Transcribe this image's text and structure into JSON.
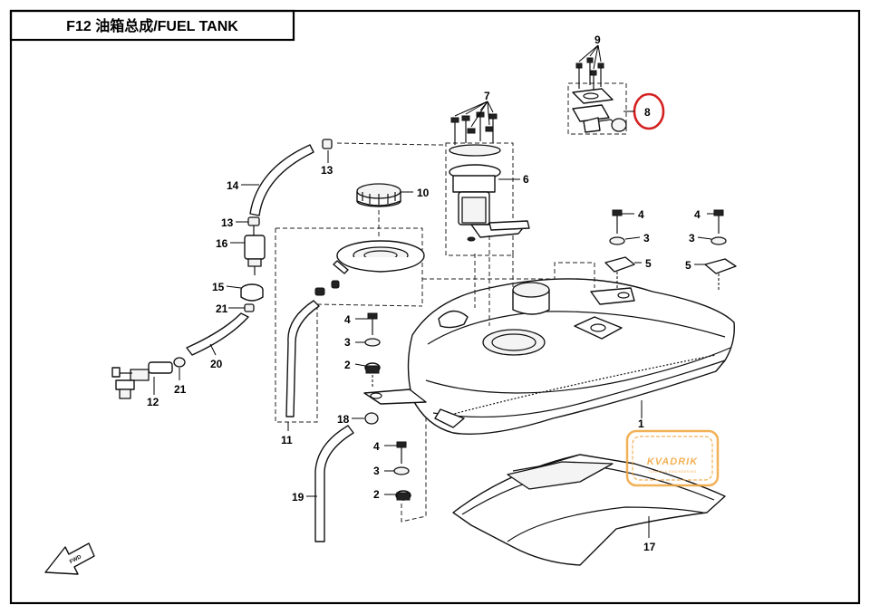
{
  "title": "F12 油箱总成/FUEL TANK",
  "highlight_color": "#d42020",
  "watermark": {
    "text": "KVADRIK",
    "subtext": "TUNING & ENGINEERING",
    "color": "#f0a43a"
  },
  "callouts": {
    "c1": "1",
    "c2a": "2",
    "c2b": "2",
    "c3a": "3",
    "c3b": "3",
    "c3c": "3",
    "c3d": "3",
    "c4a": "4",
    "c4b": "4",
    "c4c": "4",
    "c4d": "4",
    "c5a": "5",
    "c5b": "5",
    "c6": "6",
    "c7": "7",
    "c8": "8",
    "c9": "9",
    "c10": "10",
    "c11": "11",
    "c12": "12",
    "c13a": "13",
    "c13b": "13",
    "c14": "14",
    "c15": "15",
    "c16": "16",
    "c17": "17",
    "c18": "18",
    "c19": "19",
    "c20": "20",
    "c21a": "21",
    "c21b": "21"
  },
  "forward_arrow_label": "FWD",
  "icons": {
    "forward_arrow": "forward-arrow-icon",
    "highlight_circle": "highlight-circle-icon"
  }
}
